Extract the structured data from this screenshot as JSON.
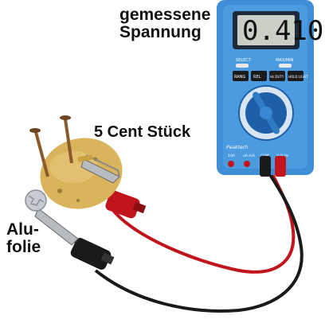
{
  "labels": {
    "voltage_line1": "gemessene",
    "voltage_line2": "Spannung",
    "coin": "5 Cent Stück",
    "foil_line1": "Alu-",
    "foil_line2": "folie"
  },
  "multimeter": {
    "display_value": "0.410",
    "brand": "Peaktech",
    "buttons": [
      "RANG",
      "REL",
      "Hz DUTY",
      "HOLD LIGHT"
    ],
    "jacks": [
      "10A",
      "uA mA",
      "COM",
      "V Ω Hz"
    ],
    "top_labels": [
      "SELECT",
      "MAX/MIN"
    ]
  },
  "colors": {
    "meter_body": "#3f8fd6",
    "meter_dark": "#1f5fa8",
    "lcd": "#c9cfc4",
    "wire_red": "#c2141c",
    "wire_black": "#1a1a1a",
    "potato": "#d9b45c"
  },
  "icons": [
    "nail-icon",
    "alligator-clip-icon",
    "foil-ball-icon",
    "rotary-dial-icon"
  ]
}
